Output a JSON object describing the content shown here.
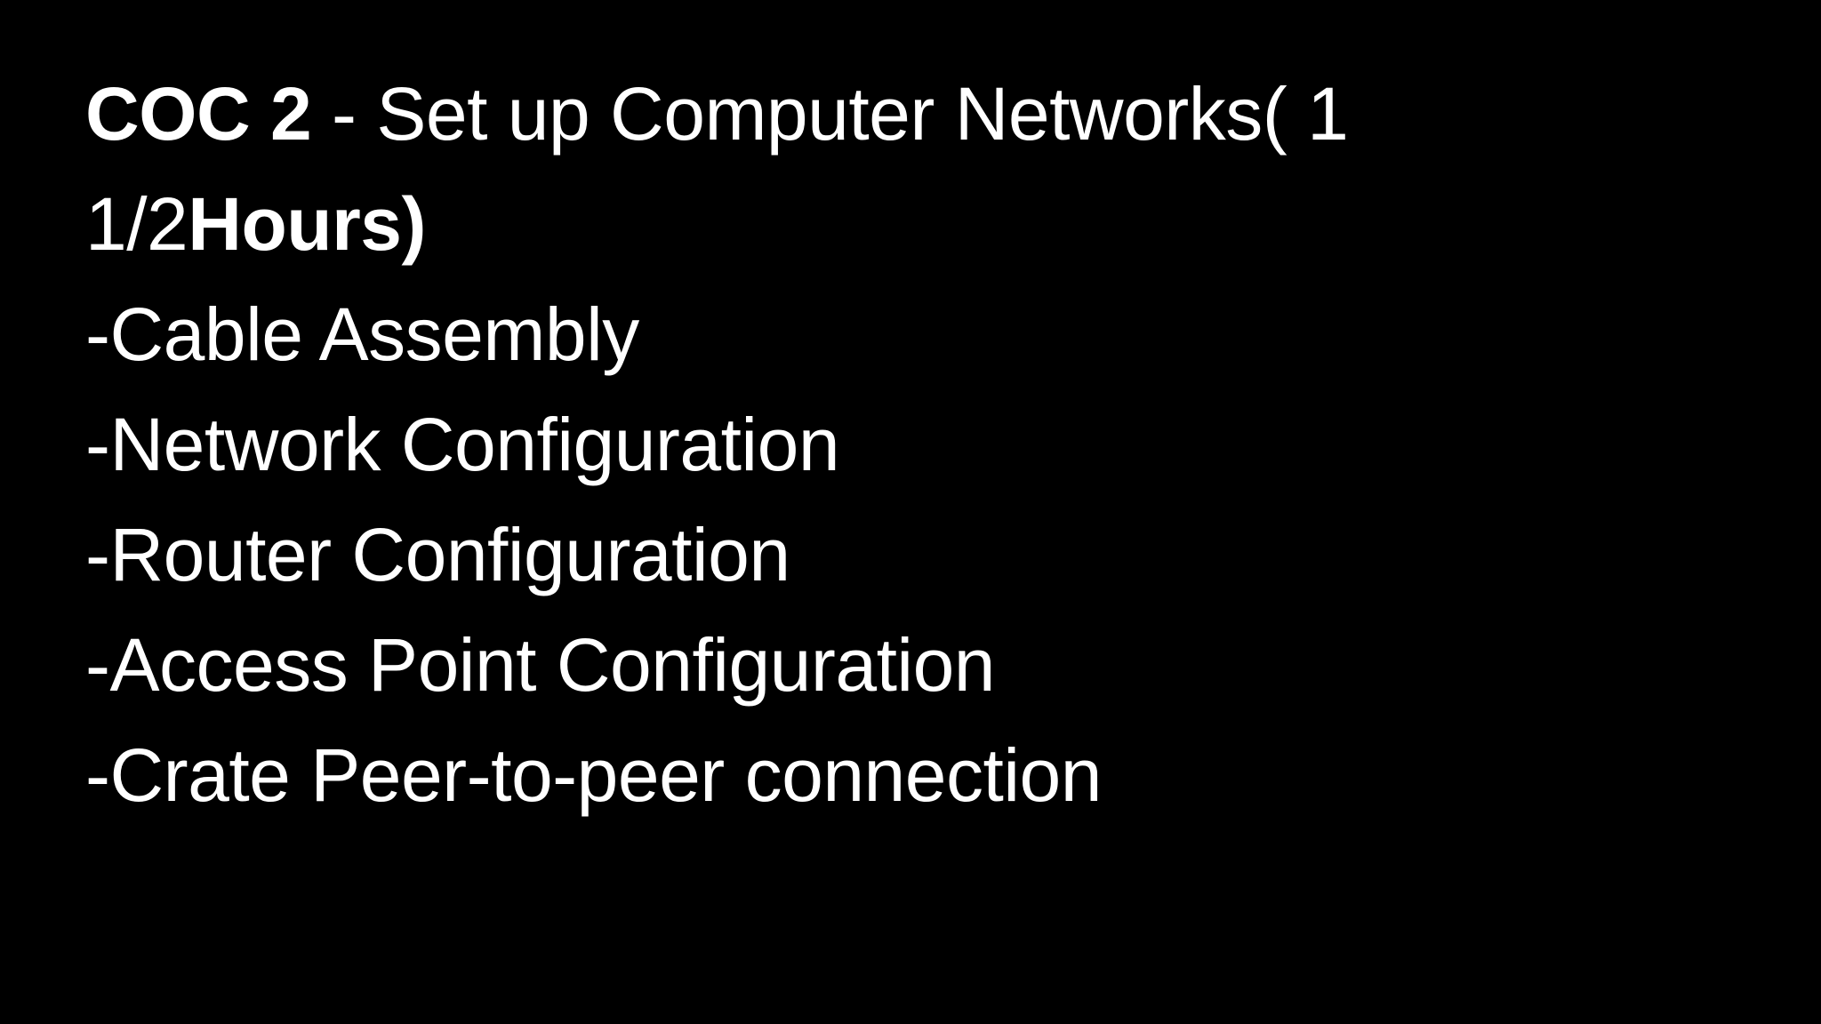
{
  "heading": {
    "code": "COC 2",
    "title_rest": " - Set up Computer Networks( 1",
    "duration_num": "1/2",
    "duration_unit": "Hours)"
  },
  "items": [
    "-Cable Assembly",
    "-Network Configuration",
    "-Router Configuration",
    "-Access Point Configuration",
    "-Crate Peer-to-peer connection"
  ]
}
